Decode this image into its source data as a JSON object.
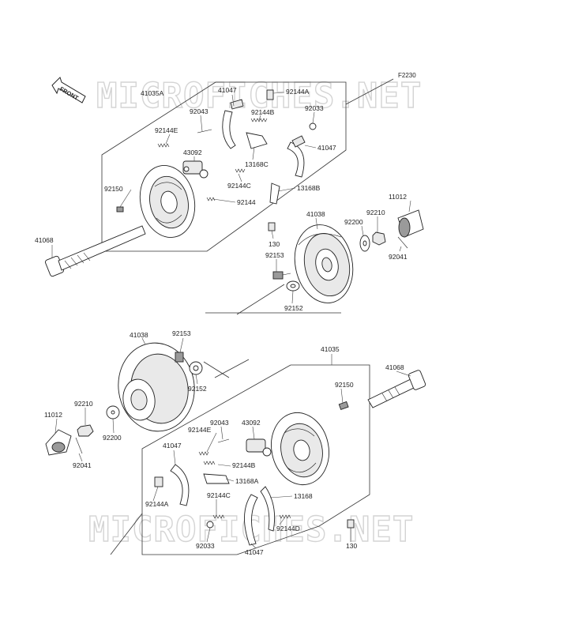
{
  "diagram": {
    "ref_code": "F2230",
    "front_arrow_label": "FRONT",
    "watermark": "MICROFICHES.NET",
    "parts": {
      "p41035A": "41035A",
      "p41047a": "41047",
      "p92144A_top": "92144A",
      "p92043a": "92043",
      "p92144B_top": "92144B",
      "p92033a": "92033",
      "p92144E_top": "92144E",
      "p41047b": "41047",
      "p43092a": "43092",
      "p13168C": "13168C",
      "p92144C_top": "92144C",
      "p13168B": "13168B",
      "p92150a": "92150",
      "p92144_top": "92144",
      "p11012a": "11012",
      "p41038a": "41038",
      "p92200a": "92200",
      "p92210a": "92210",
      "p41068a": "41068",
      "p130a": "130",
      "p92041a": "92041",
      "p92153a": "92153",
      "p92152a": "92152",
      "p41038b": "41038",
      "p92153b": "92153",
      "p41035": "41035",
      "p41068b": "41068",
      "p92152b": "92152",
      "p92150b": "92150",
      "p92210b": "92210",
      "p11012b": "11012",
      "p92043b": "92043",
      "p92144E_bot": "92144E",
      "p43092b": "43092",
      "p92200b": "92200",
      "p41047c": "41047",
      "p92144B_bot": "92144B",
      "p92041b": "92041",
      "p13168A": "13168A",
      "p92144C_bot": "92144C",
      "p13168": "13168",
      "p92144A_bot": "92144A",
      "p92144D": "92144D",
      "p92033b": "92033",
      "p130b": "130",
      "p41047d": "41047"
    }
  }
}
